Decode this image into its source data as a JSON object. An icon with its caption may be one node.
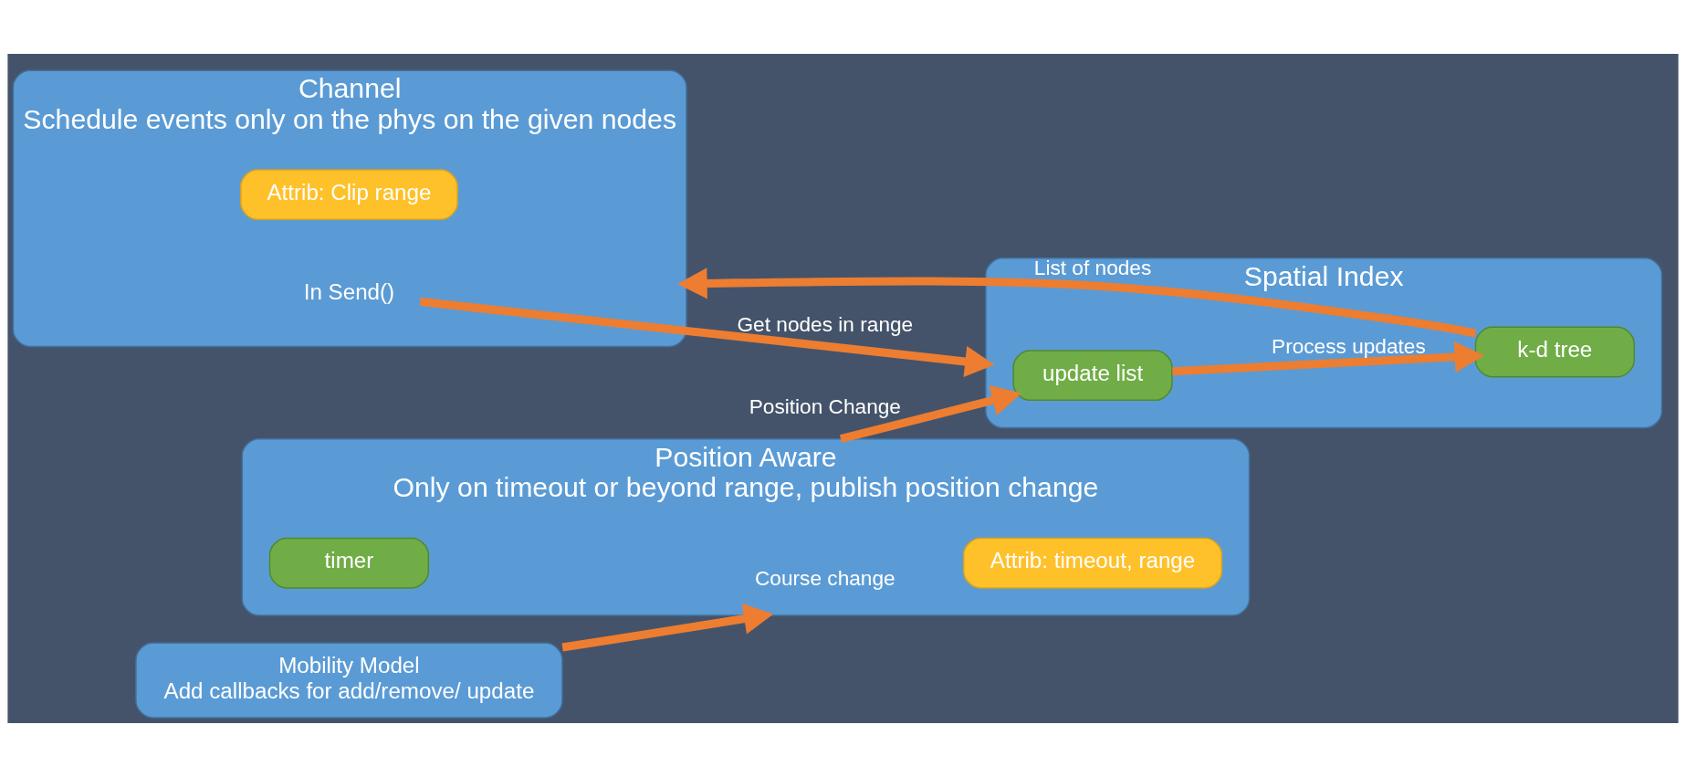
{
  "diagram": {
    "nodes": [
      {
        "text": [
          "Channel",
          "Schedule events only on the phys on the given nodes"
        ]
      },
      {
        "text": [
          "Attrib: Clip range"
        ],
        "in": 0
      },
      {
        "text": [
          "In Send()"
        ],
        "in": 0
      },
      {
        "text": [
          "Spatial Index"
        ]
      },
      {
        "text": [
          "update list"
        ],
        "in": 3
      },
      {
        "text": [
          "k-d tree"
        ],
        "in": 3
      },
      {
        "text": [
          "Mobility Model",
          "Add callbacks for add/remove/ update"
        ]
      },
      {
        "text": [
          "Position Aware",
          "Only on timeout or beyond range, publish position change"
        ]
      },
      {
        "text": [
          "Attrib: timeout, range"
        ],
        "in": 7
      },
      {
        "text": [
          "timer"
        ],
        "in": 7
      }
    ],
    "edges": [
      {
        "from": 2,
        "to": 3,
        "arrow": "to",
        "label": "Get nodes in range"
      },
      {
        "from": 4,
        "to": 5,
        "arrow": "to",
        "label": "Process updates"
      },
      {
        "from": 7,
        "to": 4,
        "arrow": "to",
        "label": "Position Change"
      },
      {
        "from": 5,
        "to": 0,
        "arrow": "to",
        "label": "List of nodes"
      },
      {
        "from": 6,
        "to": 7,
        "arrow": "to",
        "label": "Course change"
      }
    ]
  }
}
